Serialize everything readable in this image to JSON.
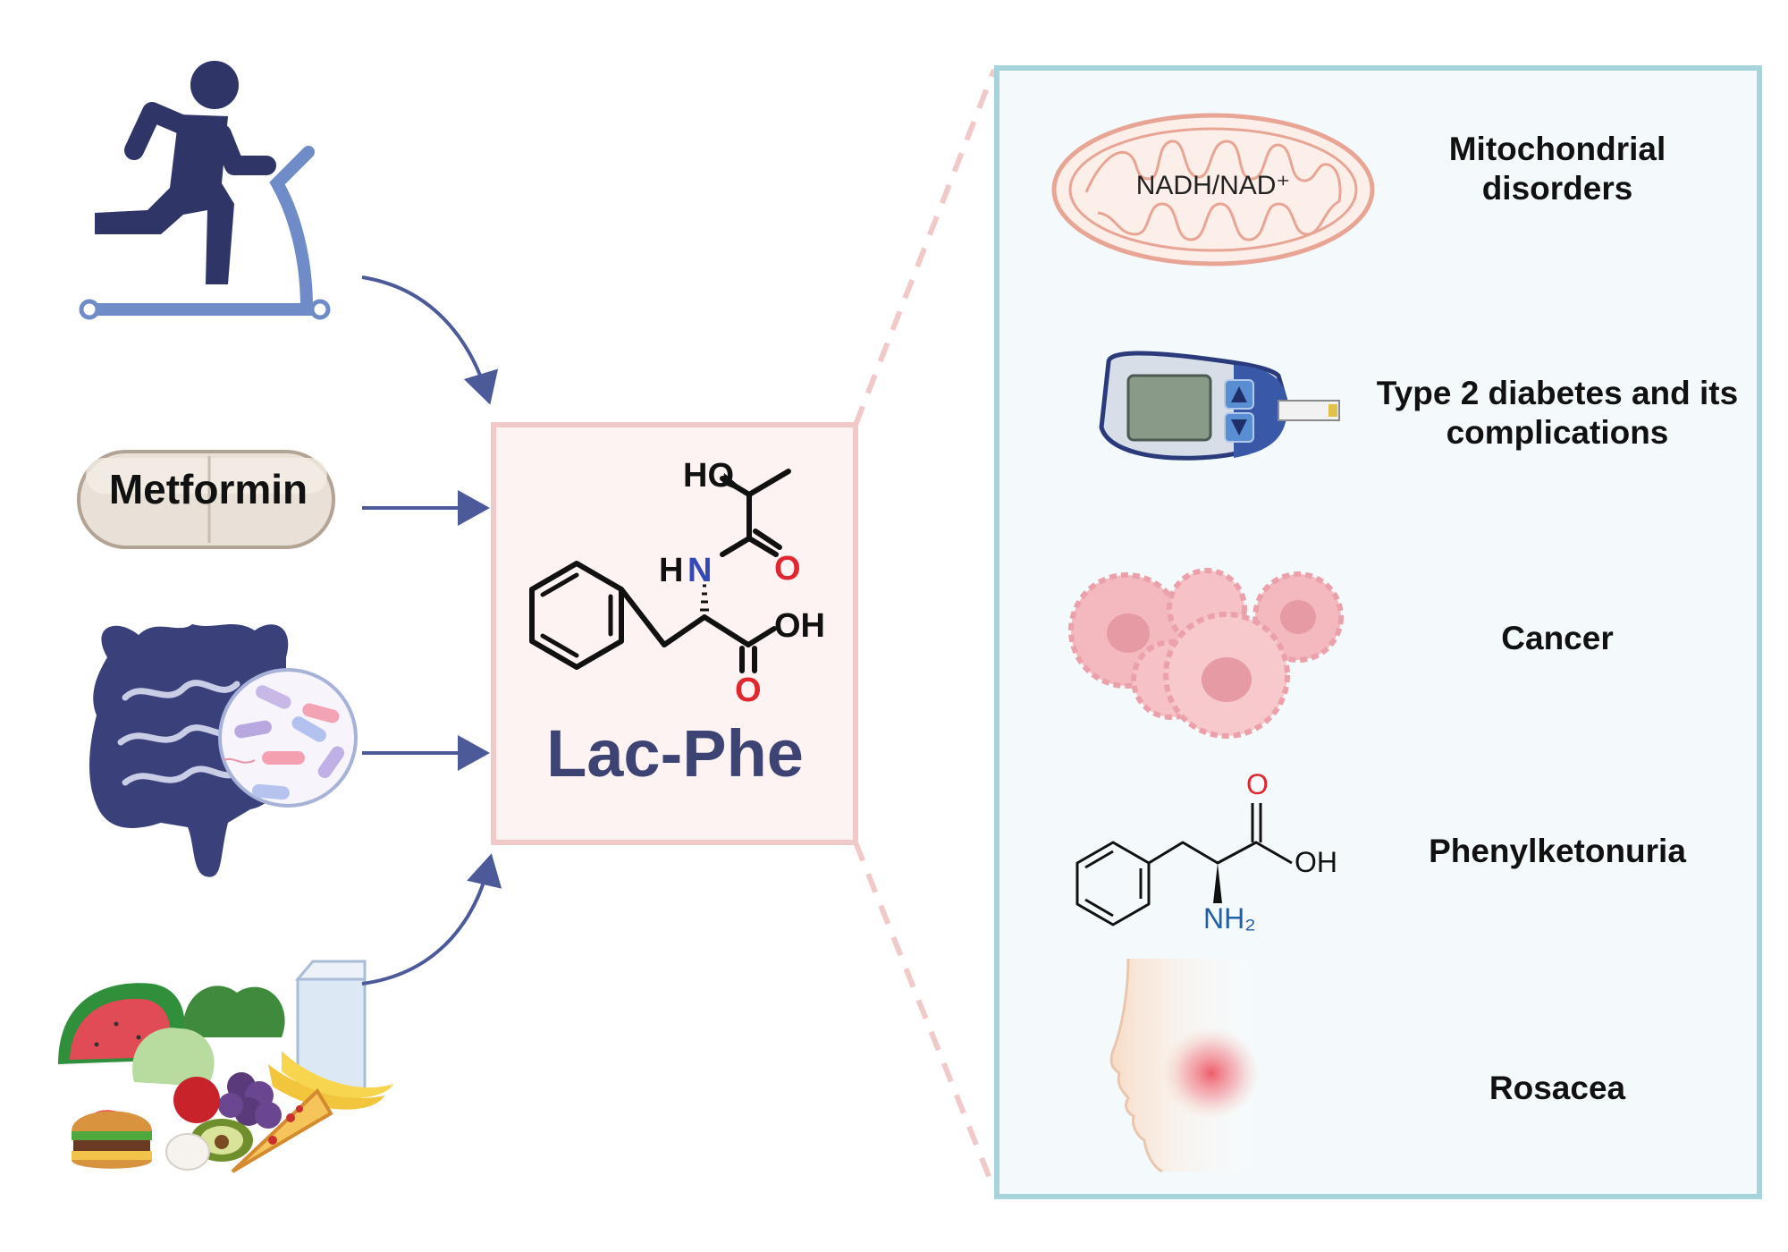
{
  "inputs": {
    "metformin_label": "Metformin"
  },
  "molecule": {
    "name": "Lac-Phe",
    "atom_ho": "HO",
    "atom_hn_h": "H",
    "atom_hn_n": "N",
    "atom_o_amide": "O",
    "atom_oh_acid": "OH",
    "atom_o_acid": "O"
  },
  "diseases": {
    "mitochondrial": "Mitochondrial disorders",
    "mito_label": "NADH/NAD⁺",
    "diabetes": "Type 2 diabetes and its complications",
    "cancer": "Cancer",
    "pku": "Phenylketonuria",
    "pku_atom_o": "O",
    "pku_atom_oh": "OH",
    "pku_atom_nh2": "NH₂",
    "rosacea": "Rosacea"
  },
  "colors": {
    "arrow": "#4c5a9a",
    "figure_dark": "#33396b",
    "treadmill": "#6f8cc9",
    "box_border": "#f2c9c9",
    "box_fill": "#fdf3f3",
    "panel_border": "#a7d3dc",
    "panel_fill": "#f4fafc",
    "nitrogen": "#3548b8",
    "oxygen": "#e0262e"
  }
}
